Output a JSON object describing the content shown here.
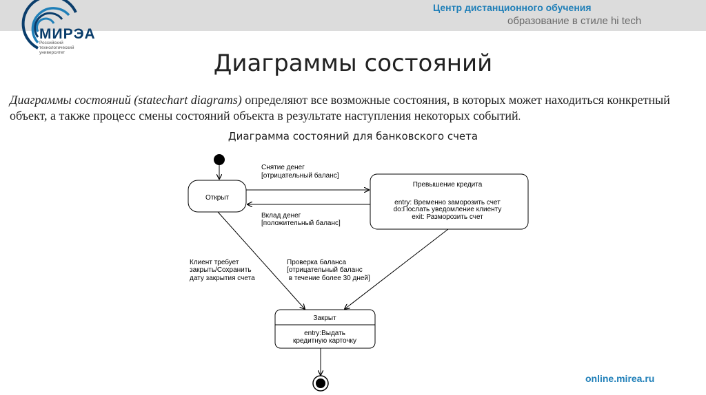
{
  "header": {
    "logo_text": "МИРЭА",
    "logo_subtitle": "Российский технологический университет",
    "center_title": "Центр дистанционного обучения",
    "center_tagline": "образование в стиле hi tech"
  },
  "page": {
    "title": "Диаграммы состояний",
    "intro_term": "Диаграммы состояний (statechart diagrams)",
    "intro_rest": " определяют все возможные состояния, в которых может находиться конкретный объект, а также процесс смены состояний объекта в результате наступления некоторых событий",
    "intro_end": "."
  },
  "diagram": {
    "title": "Диаграмма состояний для банковского счета",
    "states": {
      "open": "Открыт",
      "overdraft_name": "Превышение кредита",
      "overdraft_entry": "entry: Временно заморозить счет",
      "overdraft_do": "do:Послать уведомление клиенту",
      "overdraft_exit": "exit: Разморозить счет",
      "closed_name": "Закрыт",
      "closed_entry_1": "entry:Выдать",
      "closed_entry_2": "кредитную карточку"
    },
    "transitions": {
      "withdraw_1": "Снятие денег",
      "withdraw_2": "[отрицательный баланс]",
      "deposit_1": "Вклад денег",
      "deposit_2": "[положительный баланс]",
      "client_1": "Клиент требует",
      "client_2": "закрыть/Сохранить",
      "client_3": "дату закрытия счета",
      "check_1": "Проверка баланса",
      "check_2": "[отрицательный баланс",
      "check_3": " в течение более 30 дней]"
    }
  },
  "footer": {
    "url": "online.mirea.ru"
  }
}
